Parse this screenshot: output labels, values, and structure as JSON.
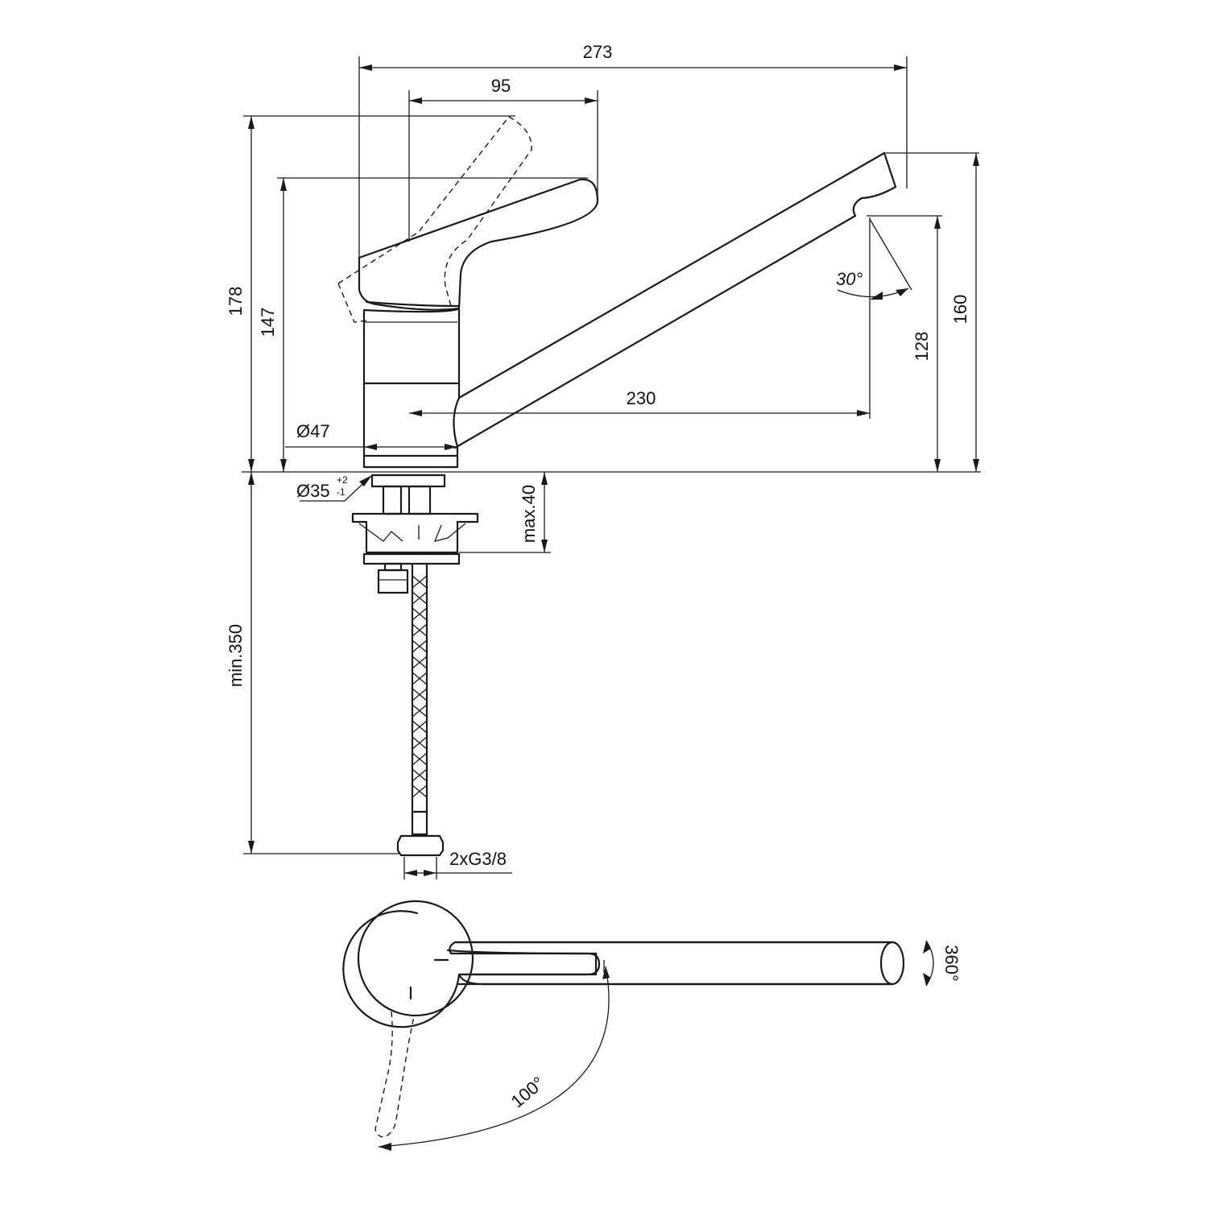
{
  "drawing": {
    "side_view": {
      "overall_length": "273",
      "lever_offset": "95",
      "lever_height_open": "178",
      "lever_height": "147",
      "spout_reach": "230",
      "spout_height": "160",
      "outlet_height": "128",
      "outlet_angle": "30°",
      "body_diameter": "Ø47",
      "hole_diameter": "Ø35",
      "hole_tol_plus": "+2",
      "hole_tol_minus": "-1",
      "max_deck_thickness": "max.40",
      "min_hose_length": "min.350",
      "connection": "2xG3/8"
    },
    "top_view": {
      "spout_swivel": "360°",
      "lever_rotation": "100°"
    }
  }
}
